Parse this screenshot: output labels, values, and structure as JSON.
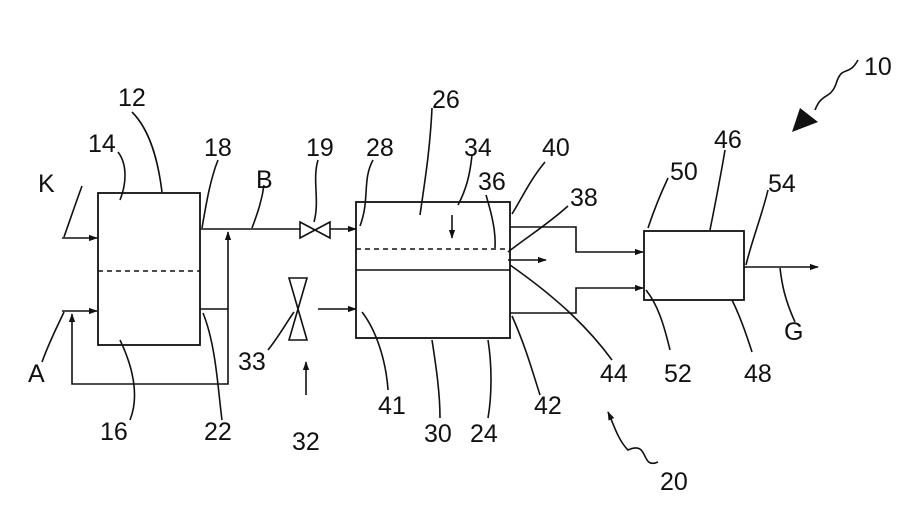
{
  "labels": {
    "system": "10",
    "unit_12": "12",
    "compartment_14": "14",
    "compartment_16": "16",
    "outlet_18": "18",
    "valve_19": "19",
    "line_22": "22",
    "cell_24": "24",
    "chamber_26": "26",
    "inlet_28": "28",
    "chamber_30": "30",
    "fan_32": "32",
    "fan_33": "33",
    "arrow_34": "34",
    "membrane_36": "36",
    "arrow_38": "38",
    "outlet_40": "40",
    "inlet_41": "41",
    "outlet_42": "42",
    "line_44": "44",
    "unit_46": "46",
    "unit_48": "48",
    "inlet_50": "50",
    "inlet_52": "52",
    "outlet_54": "54",
    "assembly_20": "20",
    "input_K": "K",
    "input_A": "A",
    "flow_B": "B",
    "output_G": "G"
  }
}
